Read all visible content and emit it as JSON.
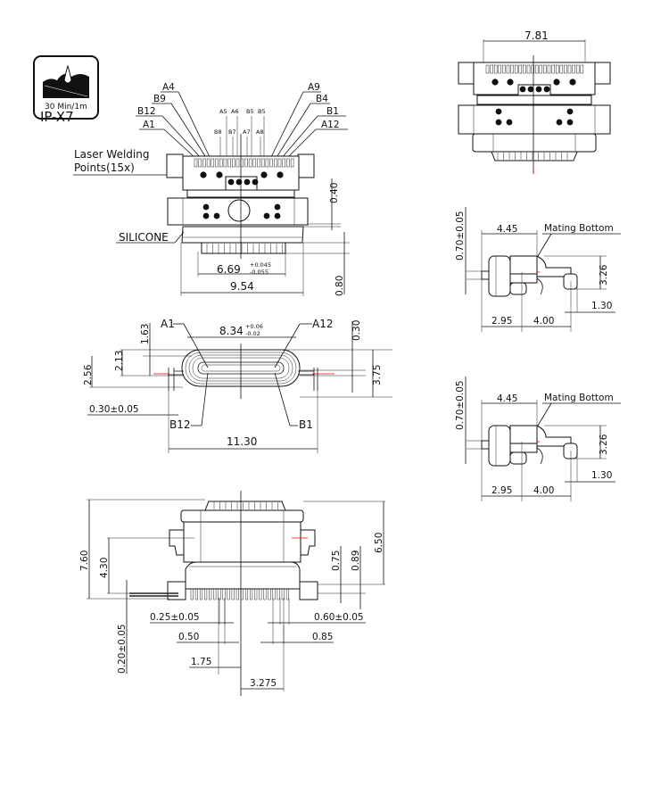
{
  "badge": {
    "line1": "30 Min/1m",
    "line2": "IP-X7"
  },
  "front_view": {
    "pin_labels_left": [
      "A4",
      "B9",
      "B12",
      "A1"
    ],
    "pin_labels_right": [
      "A9",
      "B4",
      "B1",
      "A12"
    ],
    "center_labels_top": [
      "A5",
      "A6",
      "B5",
      "B5"
    ],
    "center_labels_bottom": [
      "B8",
      "B7",
      "A7",
      "A8"
    ],
    "laser_line1": "Laser Welding",
    "laser_line2": "Points(15x)",
    "silicone": "SILICONE",
    "dim_040": "0.40",
    "dim_080": "0.80",
    "dim_669": "6.69",
    "dim_669_plus": "+0.045",
    "dim_669_minus": "-0.055",
    "dim_954": "9.54"
  },
  "opening_view": {
    "a1": "A1",
    "a12": "A12",
    "b12": "B12",
    "b1": "B1",
    "dim_834": "8.34",
    "dim_834_plus": "+0.06",
    "dim_834_minus": "-0.02",
    "dim_163": "1.63",
    "dim_213": "2.13",
    "dim_256": "2.56",
    "dim_030": "0.30",
    "dim_375": "3.75",
    "dim_030_tol": "0.30±0.05",
    "dim_1130": "11.30"
  },
  "top_right_view": {
    "dim_781": "7.81"
  },
  "side_views": [
    {
      "dim_070": "0.70±0.05",
      "dim_445": "4.45",
      "mating": "Mating  Bottom",
      "dim_326": "3.26",
      "dim_130": "1.30",
      "dim_295": "2.95",
      "dim_400": "4.00"
    },
    {
      "dim_070": "0.70±0.05",
      "dim_445": "4.45",
      "mating": "Mating  Bottom",
      "dim_326": "3.26",
      "dim_130": "1.30",
      "dim_295": "2.95",
      "dim_400": "4.00"
    }
  ],
  "bottom_view": {
    "dim_760": "7.60",
    "dim_430": "4.30",
    "dim_020": "0.20±0.05",
    "dim_025": "0.25±0.05",
    "dim_050": "0.50",
    "dim_175": "1.75",
    "dim_3275": "3.275",
    "dim_060": "0.60±0.05",
    "dim_085": "0.85",
    "dim_075": "0.75",
    "dim_089": "0.89",
    "dim_650": "6.50"
  }
}
